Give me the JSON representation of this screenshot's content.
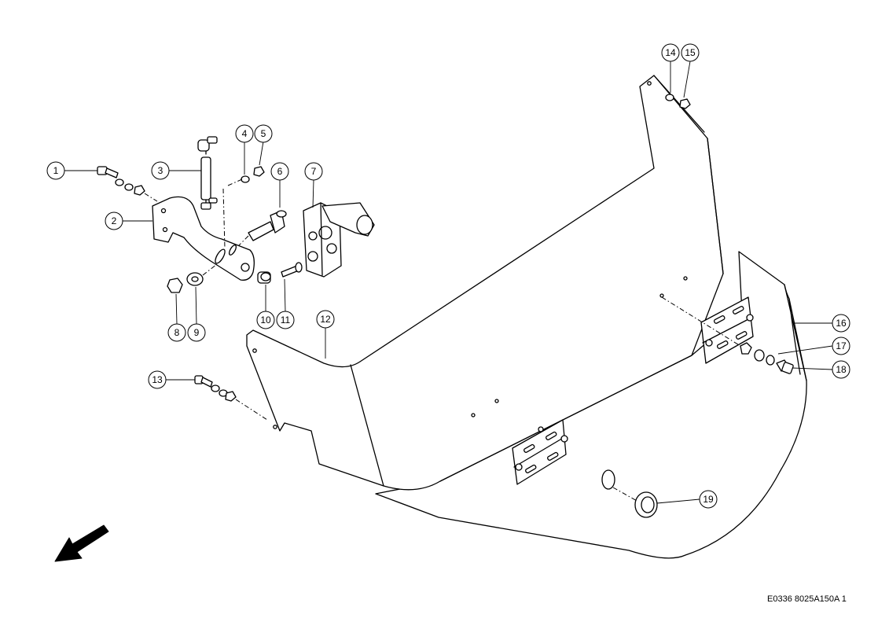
{
  "callouts": [
    "1",
    "2",
    "3",
    "4",
    "5",
    "6",
    "7",
    "8",
    "9",
    "10",
    "11",
    "12",
    "13",
    "14",
    "15",
    "16",
    "17",
    "18",
    "19"
  ],
  "document_code": "E0336 8025A150A 1"
}
